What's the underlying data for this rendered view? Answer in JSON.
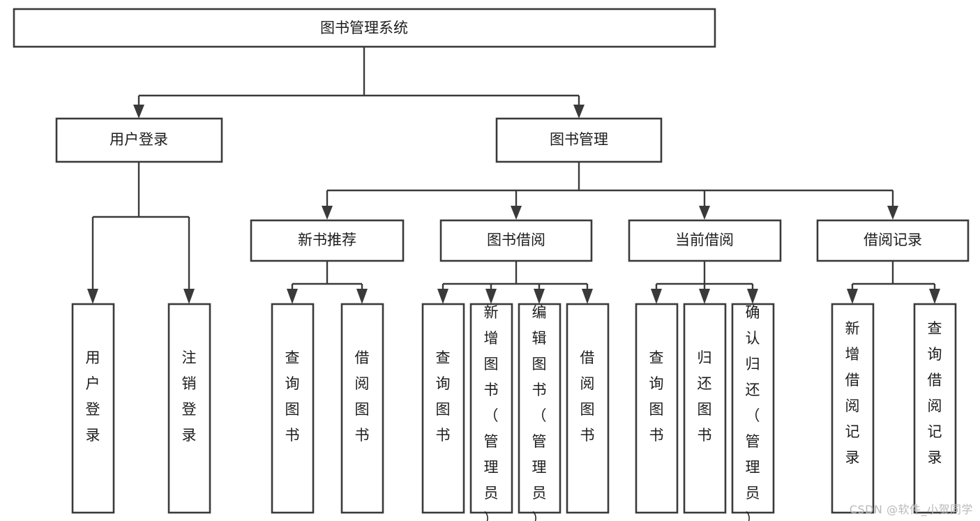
{
  "diagram": {
    "type": "tree",
    "title": "图书管理系统",
    "watermark": "CSDN @软件_小贺同学",
    "colors": {
      "box_stroke": "#3a3a3a",
      "box_fill": "#ffffff",
      "text": "#1c1c1c",
      "connector": "#3a3a3a",
      "watermark": "#b9b9b9",
      "background": "#ffffff"
    },
    "levels": {
      "root": {
        "label": "图书管理系统"
      },
      "level2": [
        {
          "label": "用户登录"
        },
        {
          "label": "图书管理"
        }
      ],
      "level3": [
        {
          "label": "新书推荐"
        },
        {
          "label": "图书借阅"
        },
        {
          "label": "当前借阅"
        },
        {
          "label": "借阅记录"
        }
      ],
      "leaves": [
        {
          "label": "用户登录",
          "parent": "用户登录"
        },
        {
          "label": "注销登录",
          "parent": "用户登录"
        },
        {
          "label": "查询图书",
          "parent": "新书推荐"
        },
        {
          "label": "借阅图书",
          "parent": "新书推荐"
        },
        {
          "label": "查询图书",
          "parent": "图书借阅"
        },
        {
          "label": "新增图书（管理员）",
          "parent": "图书借阅"
        },
        {
          "label": "编辑图书（管理员）",
          "parent": "图书借阅"
        },
        {
          "label": "借阅图书",
          "parent": "图书借阅"
        },
        {
          "label": "查询图书",
          "parent": "当前借阅"
        },
        {
          "label": "归还图书",
          "parent": "当前借阅"
        },
        {
          "label": "确认归还（管理员）",
          "parent": "当前借阅"
        },
        {
          "label": "新增借阅记录",
          "parent": "借阅记录"
        },
        {
          "label": "查询借阅记录",
          "parent": "借阅记录"
        }
      ]
    }
  }
}
